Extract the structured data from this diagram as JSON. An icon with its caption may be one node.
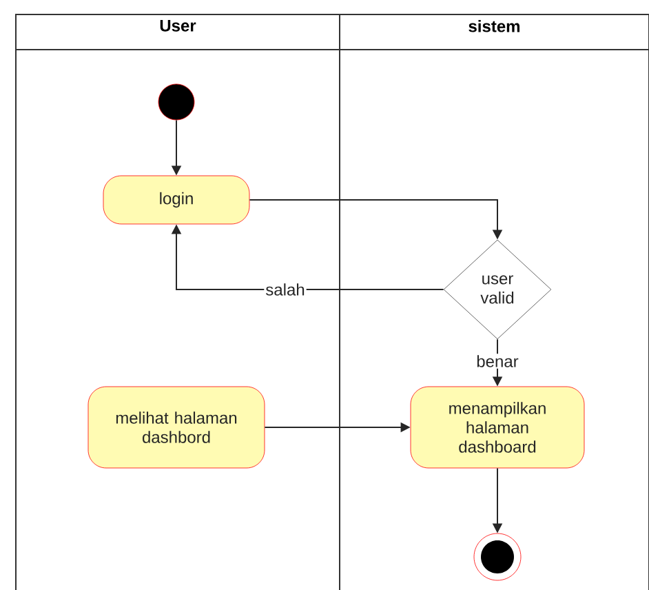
{
  "diagram": {
    "nodes": [
      {
        "text": [
          "User"
        ]
      },
      {
        "text": [
          "sistem"
        ]
      },
      {
        "text": [],
        "shape": "circle",
        "in": 0
      },
      {
        "text": [
          "login"
        ],
        "in": 0
      },
      {
        "text": [
          "user valid"
        ],
        "in": 1
      },
      {
        "text": [
          "melihat halaman dashbord"
        ],
        "in": 0
      },
      {
        "text": [
          "menampilkan halaman dashboard"
        ],
        "in": 1
      },
      {
        "text": [],
        "shape": "circle",
        "in": 1
      }
    ],
    "edges": [
      {
        "from": 2,
        "to": 3,
        "arrow": "to"
      },
      {
        "from": 3,
        "to": 4,
        "arrow": "to"
      },
      {
        "from": 4,
        "to": 3,
        "arrow": "to",
        "label": "salah"
      },
      {
        "from": 4,
        "to": 6,
        "arrow": "to",
        "label": "benar"
      },
      {
        "from": 5,
        "to": 6,
        "arrow": "to"
      },
      {
        "from": 6,
        "to": 7,
        "arrow": "to"
      }
    ]
  }
}
